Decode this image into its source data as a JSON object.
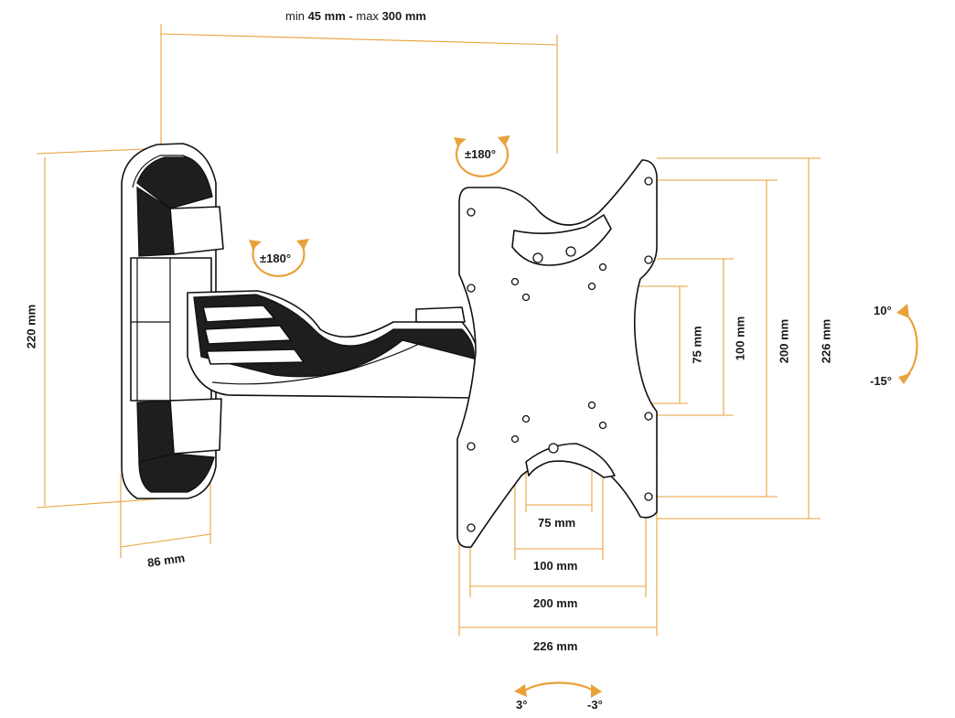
{
  "span": {
    "min_word": "min",
    "min_value": "45 mm",
    "separator": "-",
    "max_word": "max",
    "max_value": "300 mm"
  },
  "rotations": {
    "arm_swivel": "±180°",
    "plate_rotation": "±180°",
    "tilt_up": "10°",
    "tilt_down": "-15°",
    "level_left": "3°",
    "level_right": "-3°"
  },
  "wall_plate": {
    "height": "220 mm",
    "width": "86 mm"
  },
  "vesa_vertical": [
    "75 mm",
    "100 mm",
    "200 mm",
    "226 mm"
  ],
  "vesa_horizontal": [
    "75 mm",
    "100 mm",
    "200 mm",
    "226 mm"
  ]
}
